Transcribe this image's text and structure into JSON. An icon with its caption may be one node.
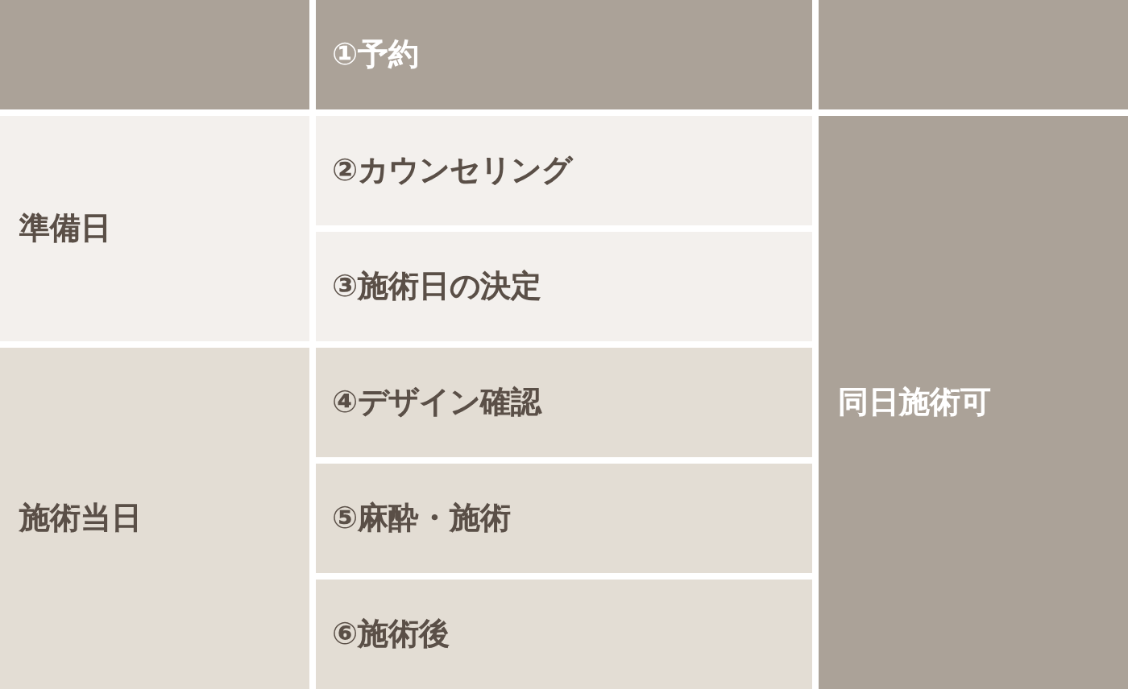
{
  "diagram": {
    "nodes": [
      {
        "text": [],
        "shape": "box"
      },
      {
        "text": [
          "①予約"
        ]
      },
      {
        "text": [],
        "shape": "box"
      },
      {
        "text": [
          "準備日"
        ]
      },
      {
        "text": [
          "②カウンセリング"
        ]
      },
      {
        "text": [
          "同日施術可"
        ]
      },
      {
        "text": [
          "③施術日の決定"
        ]
      },
      {
        "text": [
          "施術当日"
        ]
      },
      {
        "text": [
          "④デザイン確認"
        ]
      },
      {
        "text": [
          "⑤麻酔・施術"
        ]
      },
      {
        "text": [
          "⑥施術後"
        ]
      }
    ]
  }
}
